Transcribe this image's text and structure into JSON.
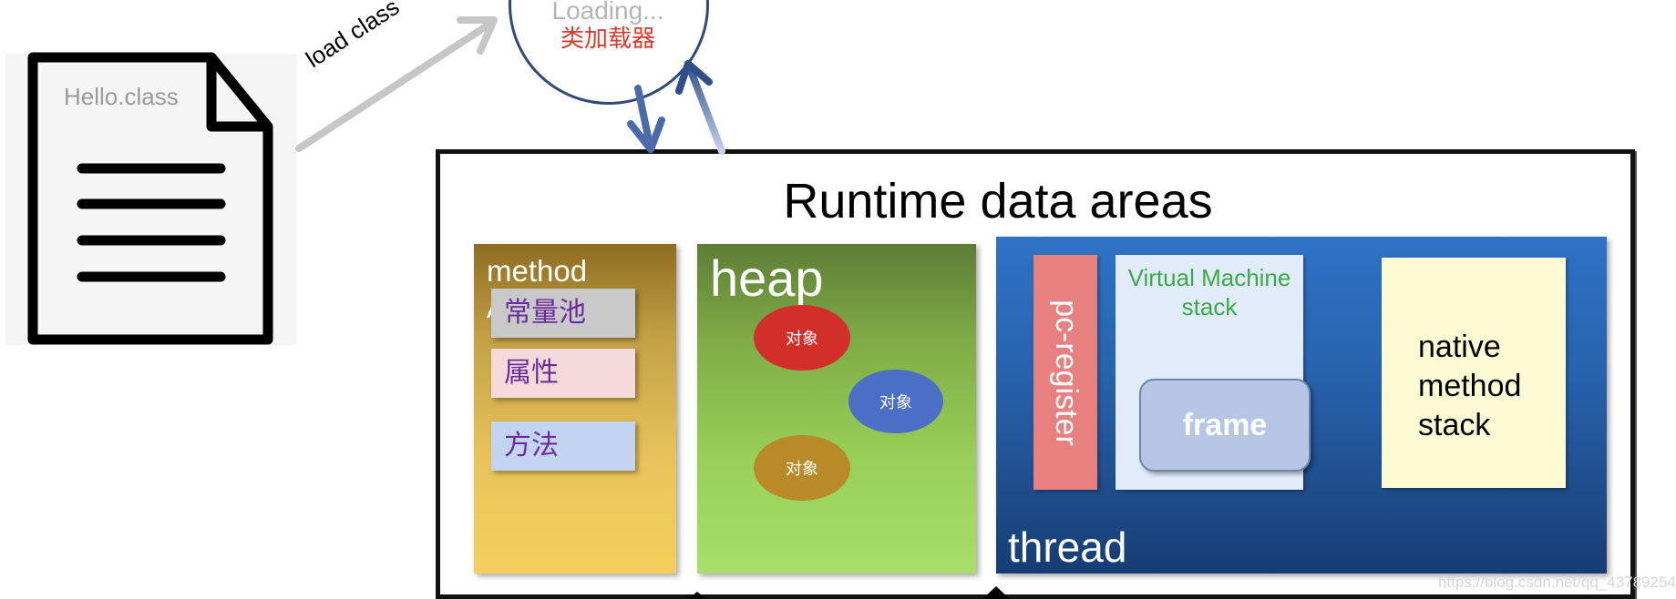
{
  "file": {
    "label": "Hello.class"
  },
  "arrow_label": "load class",
  "class_loader": {
    "title": "Loading...",
    "subtitle": "类加载器"
  },
  "runtime": {
    "title": "Runtime data areas"
  },
  "method_area": {
    "label_line1": "method",
    "label_line2": "A",
    "items": [
      "常量池",
      "属性",
      "方法"
    ]
  },
  "heap": {
    "label": "heap",
    "objects": [
      "对象",
      "对象",
      "对象"
    ]
  },
  "thread": {
    "label": "thread",
    "pc_register": "pc-register",
    "vm_stack": {
      "label_line1": "Virtual Machine",
      "label_line2": "stack",
      "frame": "frame"
    },
    "native_stack": {
      "line1": "native",
      "line2": "method",
      "line3": "stack"
    }
  },
  "watermark": "https://blog.csdn.net/qq_43789254",
  "colors": {
    "method_top": "#8d6c22",
    "method_bottom": "#f4cf5d",
    "heap_top": "#5e7d37",
    "heap_bottom": "#a7df69",
    "thread_top": "#2e73c6",
    "thread_bottom": "#163d74",
    "pc_register": "#e88080",
    "vm_stack": "#e2ebf9",
    "frame": "#b6c6e4",
    "native_stack": "#fdfbd4",
    "obj_red": "#d32f2a",
    "obj_blue": "#4a6fc5",
    "obj_gold": "#b88a28",
    "loader_text": "#d93a2e",
    "vm_text": "#3aaa48"
  }
}
